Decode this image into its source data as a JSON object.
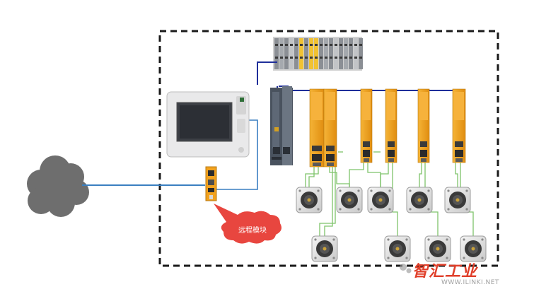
{
  "diagram": {
    "remote_module_label": "远程模块",
    "watermark_brand": "智汇工业",
    "watermark_url": "WWW.ILINKI.NET"
  },
  "colors": {
    "enclosure_border": "#1a1a1a",
    "ethernet_cable": "#3a7fc1",
    "powerlink_cable": "#1f2f9a",
    "motor_cable": "#7ec46a",
    "drive_orange": "#f2a21e",
    "callout_red": "#e8463f",
    "cloud_gray": "#707070"
  },
  "icons": [
    "cloud-network-icon",
    "hmi-panel-icon",
    "plc-controller-icon",
    "io-module-rack-icon",
    "servo-drive-icon",
    "servo-motor-icon",
    "remote-module-icon"
  ]
}
